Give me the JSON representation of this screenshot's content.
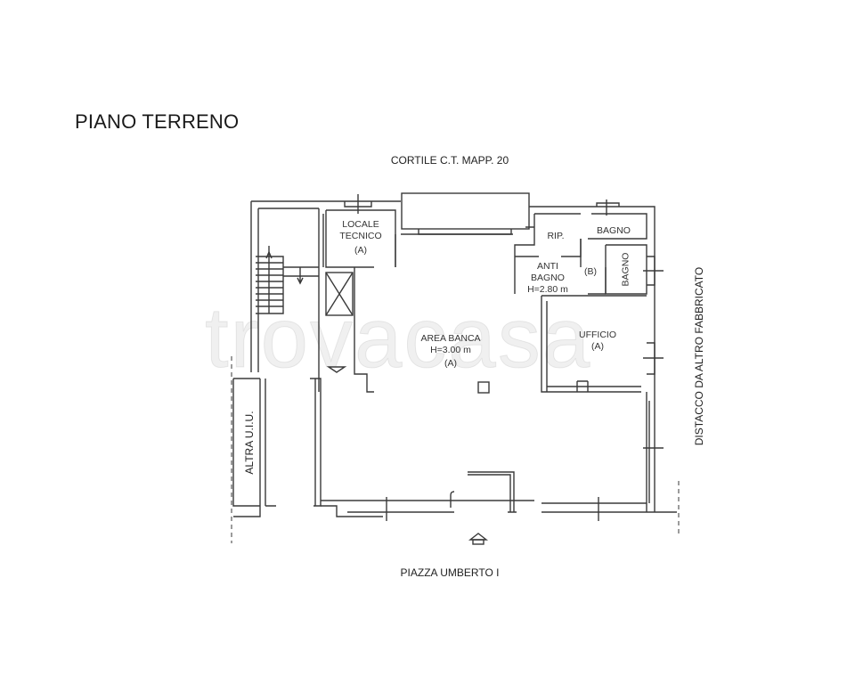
{
  "title": "PIANO TERRENO",
  "surroundings": {
    "north": "CORTILE C.T. MAPP. 20",
    "south": "PIAZZA UMBERTO I",
    "east": "DISTACCO DA ALTRO FABBRICATO",
    "west": "ALTRA U.I.U."
  },
  "rooms": [
    {
      "name": "LOCALE",
      "name2": "TECNICO",
      "tag": "(A)"
    },
    {
      "name": "RIP.",
      "tag": ""
    },
    {
      "name": "BAGNO",
      "tag": ""
    },
    {
      "name": "ANTI",
      "name2": "BAGNO",
      "height": "H=2.80 m",
      "tag": "(B)"
    },
    {
      "name": "BAGNO",
      "tag": ""
    },
    {
      "name": "AREA BANCA",
      "height": "H=3.00 m",
      "tag": "(A)"
    },
    {
      "name": "UFFICIO",
      "tag": "(A)"
    }
  ],
  "icons": {
    "entrance": "entrance-arrow-icon",
    "stairs": "stairs-icon",
    "elevator": "elevator-shaft-icon"
  },
  "watermark": "trovacasa",
  "colors": {
    "line": "#3a3a3a",
    "text": "#1a1a1a",
    "background": "#ffffff"
  }
}
